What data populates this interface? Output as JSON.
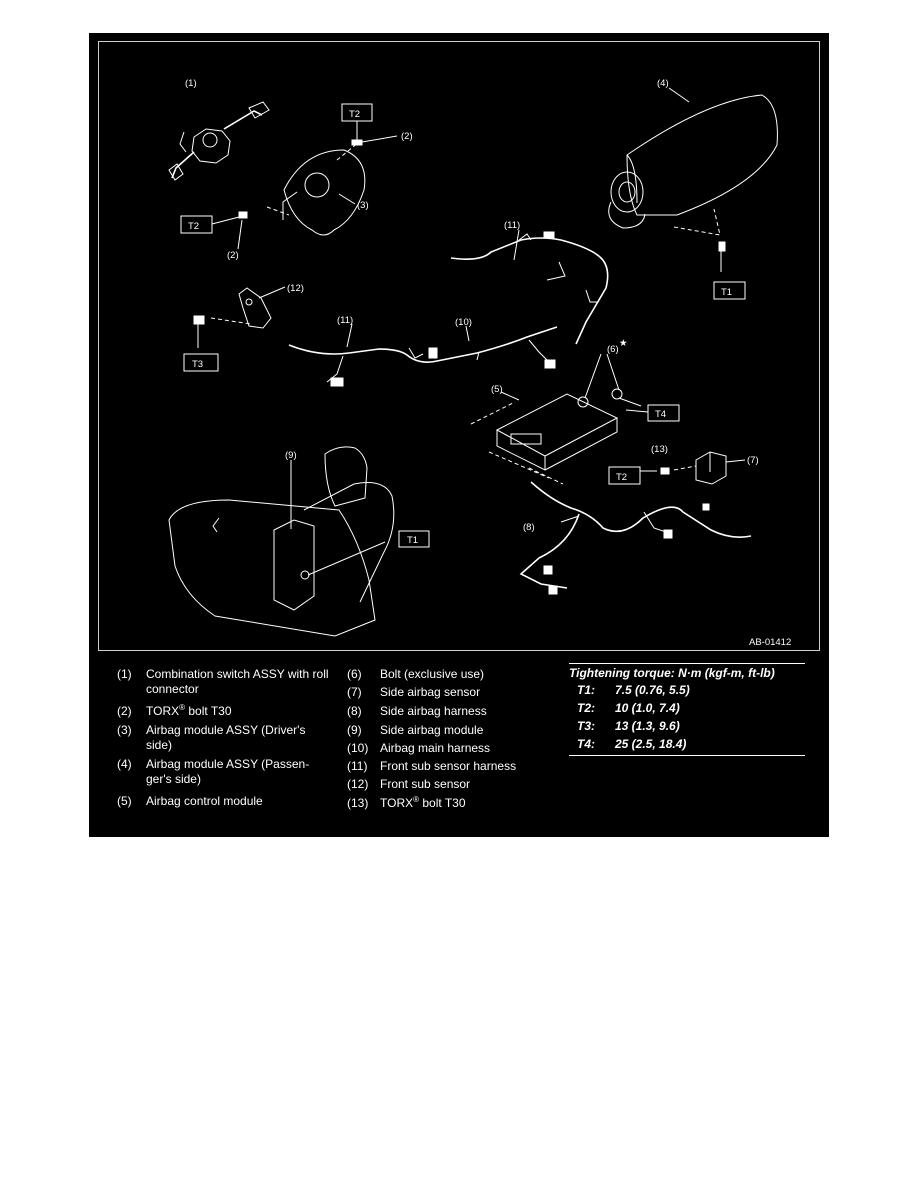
{
  "diagram": {
    "code": "AB-01412",
    "callouts": [
      "(1)",
      "(2)",
      "(3)",
      "(4)",
      "(5)",
      "(6)",
      "(7)",
      "(8)",
      "(9)",
      "(10)",
      "(11)",
      "(12)",
      "(13)"
    ],
    "torque_tags": [
      "T1",
      "T2",
      "T3",
      "T4"
    ],
    "star": "★"
  },
  "legend": {
    "left": [
      {
        "num": "(1)",
        "text": "Combination switch ASSY with roll connector"
      },
      {
        "num": "(2)",
        "text": "TORX",
        "sup": "®",
        "text2": " bolt T30"
      },
      {
        "num": "(3)",
        "text": "Airbag module ASSY (Driver's side)"
      },
      {
        "num": "(4)",
        "text": "Airbag module ASSY (Passen-ger's side)"
      },
      {
        "num": "(5)",
        "text": "Airbag control module"
      }
    ],
    "right": [
      {
        "num": "(6)",
        "text": "Bolt (exclusive use)"
      },
      {
        "num": "(7)",
        "text": "Side airbag sensor"
      },
      {
        "num": "(8)",
        "text": "Side airbag harness"
      },
      {
        "num": "(9)",
        "text": "Side airbag module"
      },
      {
        "num": "(10)",
        "text": "Airbag main harness"
      },
      {
        "num": "(11)",
        "text": "Front sub sensor harness"
      },
      {
        "num": "(12)",
        "text": "Front sub sensor"
      },
      {
        "num": "(13)",
        "text": "TORX",
        "sup": "®",
        "text2": " bolt T30"
      }
    ]
  },
  "torque": {
    "title": "Tightening torque: N·m (kgf-m, ft-lb)",
    "rows": [
      {
        "label": "T1:",
        "value": "7.5 (0.76, 5.5)"
      },
      {
        "label": "T2:",
        "value": "10 (1.0, 7.4)"
      },
      {
        "label": "T3:",
        "value": "13 (1.3, 9.6)"
      },
      {
        "label": "T4:",
        "value": "25 (2.5, 18.4)"
      }
    ]
  }
}
